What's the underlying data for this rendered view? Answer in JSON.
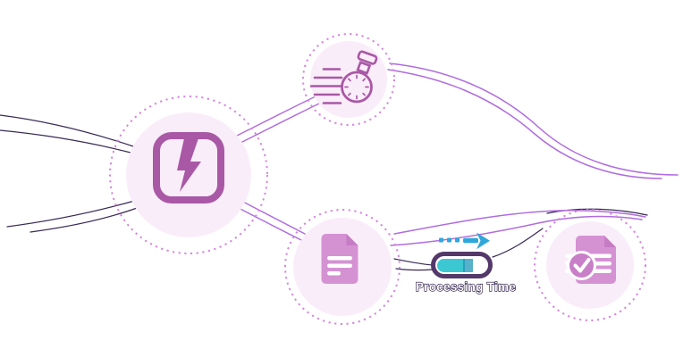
{
  "illustration": {
    "title": "workflow-automation-diagram",
    "label": {
      "processing_time": "Processing Time"
    },
    "progress": {
      "value_pct": 67
    },
    "colors": {
      "circle_fill": "#faedfa",
      "ring_dot": "#d685df",
      "icon_purple": "#a958a5",
      "doc_fill": "#d592d3",
      "doc_fold": "#c67cc5",
      "check_circle": "#c97fc7",
      "connector_purple": "#b06ce0",
      "curve_dark": "#1d0d3d",
      "pill_border": "#533869",
      "teal_bar": "#3cc8d2",
      "teal_bar_dark": "#2d9ebd",
      "arrow_blue": "#2fa7db",
      "label_text": "#1d0d3d"
    },
    "nodes": [
      {
        "id": "automation",
        "icon": "lightning-square-icon"
      },
      {
        "id": "speed",
        "icon": "stopwatch-icon"
      },
      {
        "id": "document",
        "icon": "document-icon"
      },
      {
        "id": "processed",
        "icon": "document-check-icon"
      }
    ]
  }
}
